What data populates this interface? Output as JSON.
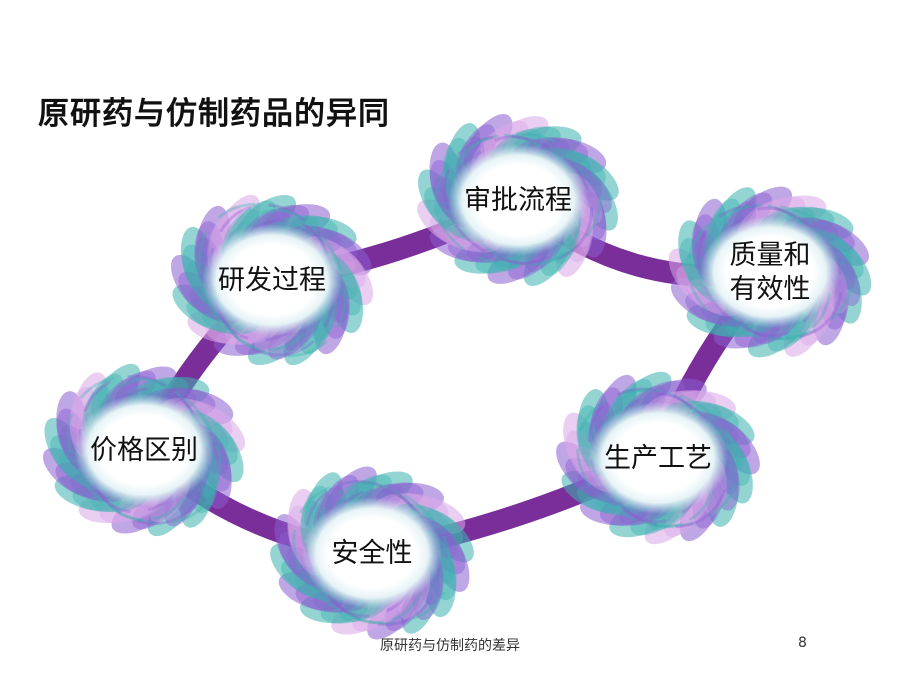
{
  "slide": {
    "title": "原研药与仿制药品的异同",
    "footer": "原研药与仿制药的差异",
    "page_number": "8"
  },
  "colors": {
    "ring": "#7a2e9a",
    "petal_teal": "#3db3b0",
    "petal_purple": "#8a5ed0",
    "petal_lilac": "#d9a8e8"
  },
  "nodes": [
    {
      "id": "approval",
      "lines": [
        "审批流程"
      ]
    },
    {
      "id": "quality",
      "lines": [
        "质量和",
        "有效性"
      ]
    },
    {
      "id": "process",
      "lines": [
        "生产工艺"
      ]
    },
    {
      "id": "safety",
      "lines": [
        "安全性"
      ]
    },
    {
      "id": "price",
      "lines": [
        "价格区别"
      ]
    },
    {
      "id": "rnd",
      "lines": [
        "研发过程"
      ]
    }
  ]
}
